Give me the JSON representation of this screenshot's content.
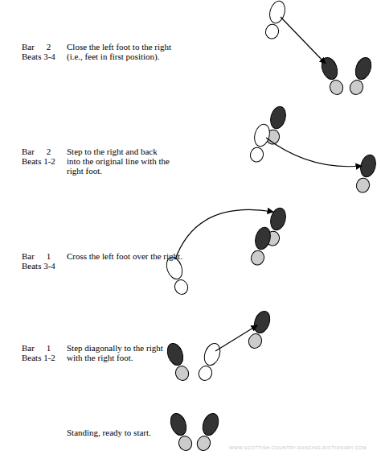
{
  "diagram": {
    "labels": [
      "Bar 2",
      "Beats 3-4",
      "Close the left foot to the right (i.e., feet in first position).",
      "Bar 2",
      "Beats 1-2",
      "Step to the right and back into the original line with the right foot.",
      "Bar 1",
      "Beats 3-4",
      "Cross the left foot over the right.",
      "Bar 1",
      "Beats 1-2",
      "Step diagonally to the right with the right foot.",
      "Standing, ready to start.",
      "WWW.SCOTTISH-COUNTRY-DANCING-DICTIONARY.COM"
    ]
  }
}
